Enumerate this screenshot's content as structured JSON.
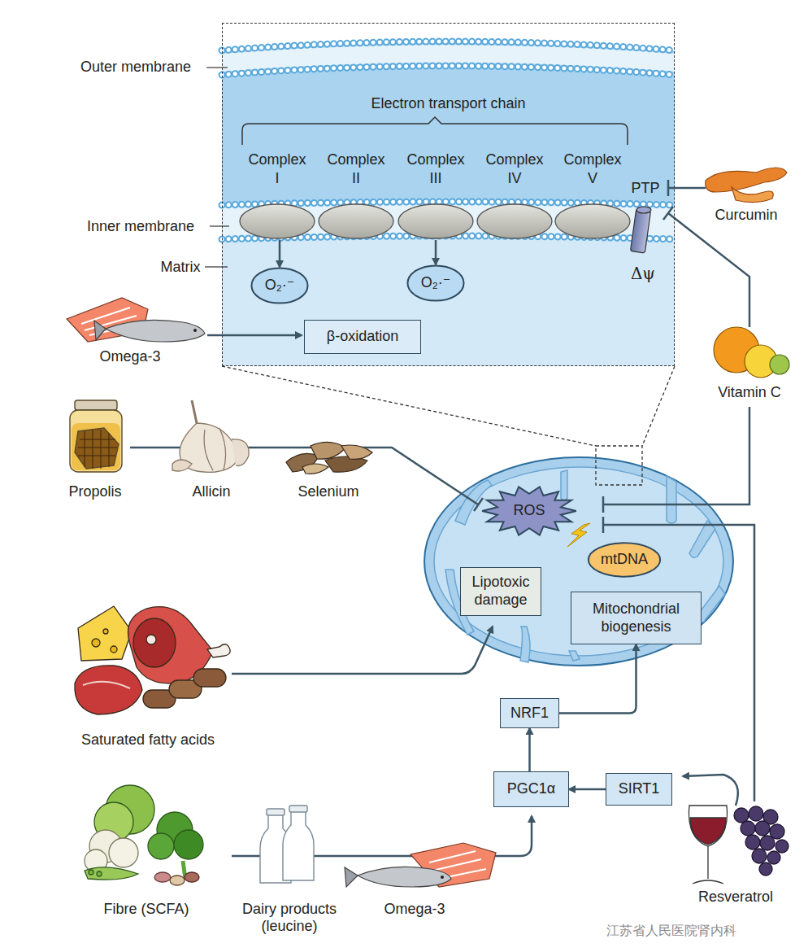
{
  "diagram": {
    "nodes": [
      {
        "text": [
          "Electron transport chain"
        ]
      },
      {
        "text": [
          "Complex I"
        ],
        "in": 0
      },
      {
        "text": [
          "Complex II"
        ],
        "in": 0
      },
      {
        "text": [
          "Complex III"
        ],
        "in": 0
      },
      {
        "text": [
          "Complex IV"
        ],
        "in": 0
      },
      {
        "text": [
          "Complex V"
        ],
        "in": 0
      },
      {
        "text": [
          "O₂·⁻"
        ],
        "in": 0
      },
      {
        "text": [
          "O₂·⁻"
        ],
        "in": 0
      },
      {
        "text": [
          "β-oxidation"
        ],
        "in": 0
      },
      {
        "text": [
          "ROS"
        ]
      },
      {
        "text": [
          "mtDNA"
        ]
      },
      {
        "text": [
          "Lipotoxic damage"
        ]
      },
      {
        "text": [
          "Mitochondrial biogenesis"
        ]
      },
      {
        "text": [
          "NRF1"
        ]
      },
      {
        "text": [
          "PGC1α"
        ]
      },
      {
        "text": [
          "SIRT1"
        ]
      }
    ],
    "edges": [
      {
        "from": 1,
        "to": 6,
        "arrow": "to"
      },
      {
        "from": 3,
        "to": 7,
        "arrow": "to"
      },
      {
        "from": 13,
        "to": 12,
        "arrow": "to"
      },
      {
        "from": 14,
        "to": 13,
        "arrow": "to"
      },
      {
        "from": 15,
        "to": 14,
        "arrow": "to"
      }
    ],
    "labels": [
      "Outer membrane",
      "Inner membrane",
      "Matrix",
      "PTP",
      "Δψ",
      "Curcumin",
      "Omega-3",
      "Vitamin C",
      "Propolis",
      "Allicin",
      "Selenium",
      "Saturated fatty acids",
      "Fibre (SCFA)",
      "Dairy products (leucine)",
      "Omega-3",
      "Resveratrol",
      "江苏省人民医院肾内科"
    ]
  }
}
